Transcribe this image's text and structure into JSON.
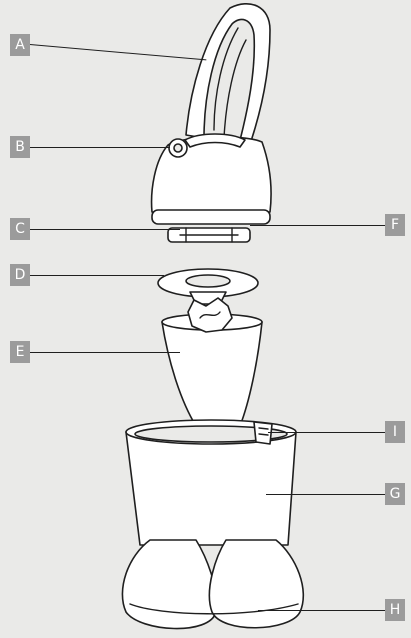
{
  "labels": {
    "a": "A",
    "b": "B",
    "c": "C",
    "d": "D",
    "e": "E",
    "f": "F",
    "g": "G",
    "h": "H",
    "i": "I"
  },
  "colors": {
    "background": "#eaeae8",
    "label_fill": "#9b9b9b",
    "label_text": "#ffffff",
    "outline": "#1f1f1f",
    "part_fill": "#ffffff"
  }
}
